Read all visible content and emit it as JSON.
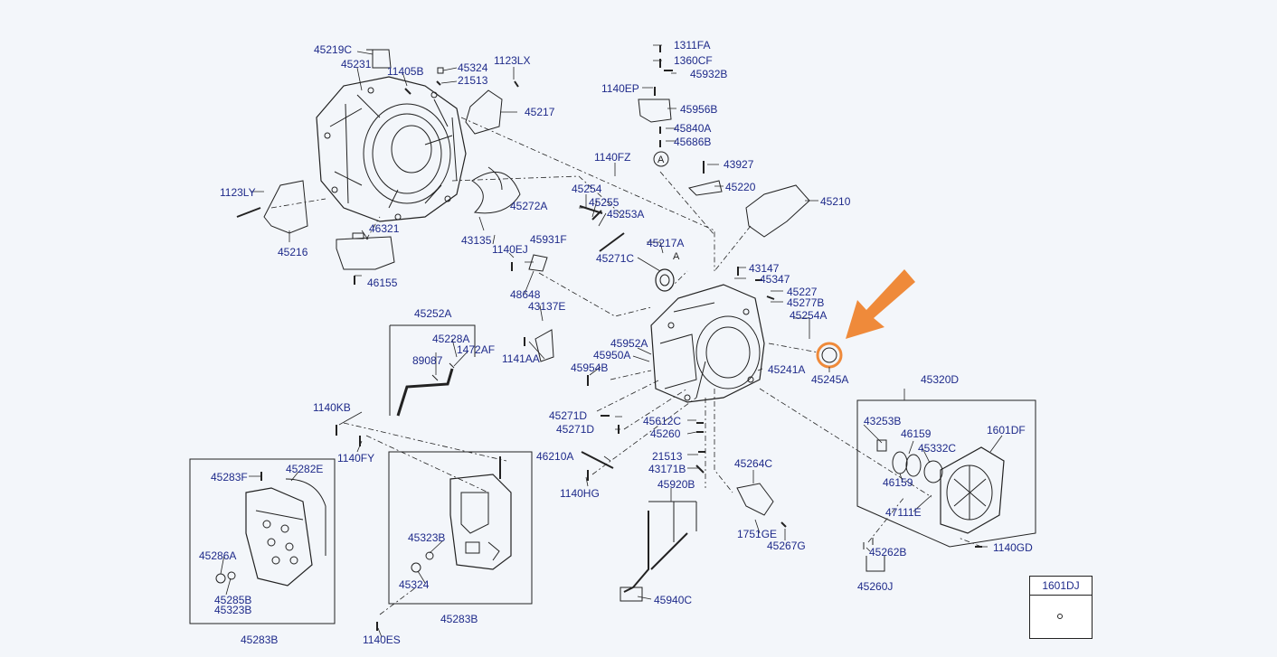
{
  "labels": {
    "l45219C": "45219C",
    "l45231": "45231",
    "l11405B": "11405B",
    "l45324a": "45324",
    "l1123LX": "1123LX",
    "l21513a": "21513",
    "l45217": "45217",
    "l1311FA": "1311FA",
    "l1360CF": "1360CF",
    "l45932B": "45932B",
    "l1140EP": "1140EP",
    "l45956B": "45956B",
    "l45840A": "45840A",
    "l45686B": "45686B",
    "lA1": "A",
    "l43927": "43927",
    "l45220": "45220",
    "l45210": "45210",
    "l1140FZ": "1140FZ",
    "l45254": "45254",
    "l45255": "45255",
    "l45253A": "45253A",
    "l45272A": "45272A",
    "l43135": "43135",
    "l1123LY": "1123LY",
    "l45216": "45216",
    "l46321": "46321",
    "l46155": "46155",
    "l45931F": "45931F",
    "l1140EJ": "1140EJ",
    "l48648": "48648",
    "l45217A": "45217A",
    "lA2": "A",
    "l45271C": "45271C",
    "l43147": "43147",
    "l45347": "45347",
    "l45227": "45227",
    "l45277B": "45277B",
    "l43137E": "43137E",
    "l45254A": "45254A",
    "l45252A": "45252A",
    "l45228A": "45228A",
    "l1472AF": "1472AF",
    "l89087": "89087",
    "l1141AA": "1141AA",
    "l45952A": "45952A",
    "l45950A": "45950A",
    "l45954B": "45954B",
    "l45241A": "45241A",
    "l45245A": "45245A",
    "l45320D": "45320D",
    "l1140KB": "1140KB",
    "l45271Da": "45271D",
    "l45271Db": "45271D",
    "l45612C": "45612C",
    "l45260": "45260",
    "l43253B": "43253B",
    "l46159a": "46159",
    "l1601DF": "1601DF",
    "l45332C": "45332C",
    "l1140FY": "1140FY",
    "l46210A": "46210A",
    "l21513b": "21513",
    "l43171B": "43171B",
    "l45264C": "45264C",
    "l46159b": "46159",
    "l47111E": "47111E",
    "l1140HG": "1140HG",
    "l45920B": "45920B",
    "l1751GE": "1751GE",
    "l45267G": "45267G",
    "l45262B": "45262B",
    "l1140GD": "1140GD",
    "l45260J": "45260J",
    "l45283F": "45283F",
    "l45282E": "45282E",
    "l45286A": "45286A",
    "l45285B": "45285B",
    "l45323Ba": "45323B",
    "l45283Ba": "45283B",
    "l45323Bb": "45323B",
    "l45324b": "45324",
    "l45283Bb": "45283B",
    "l1140ES": "1140ES",
    "l45940C": "45940C"
  },
  "inset": {
    "title": "1601DJ"
  },
  "colors": {
    "label": "#1e2a8a",
    "line": "#222222",
    "highlight": "#ef8a3a",
    "background": "#f3f6fa"
  }
}
